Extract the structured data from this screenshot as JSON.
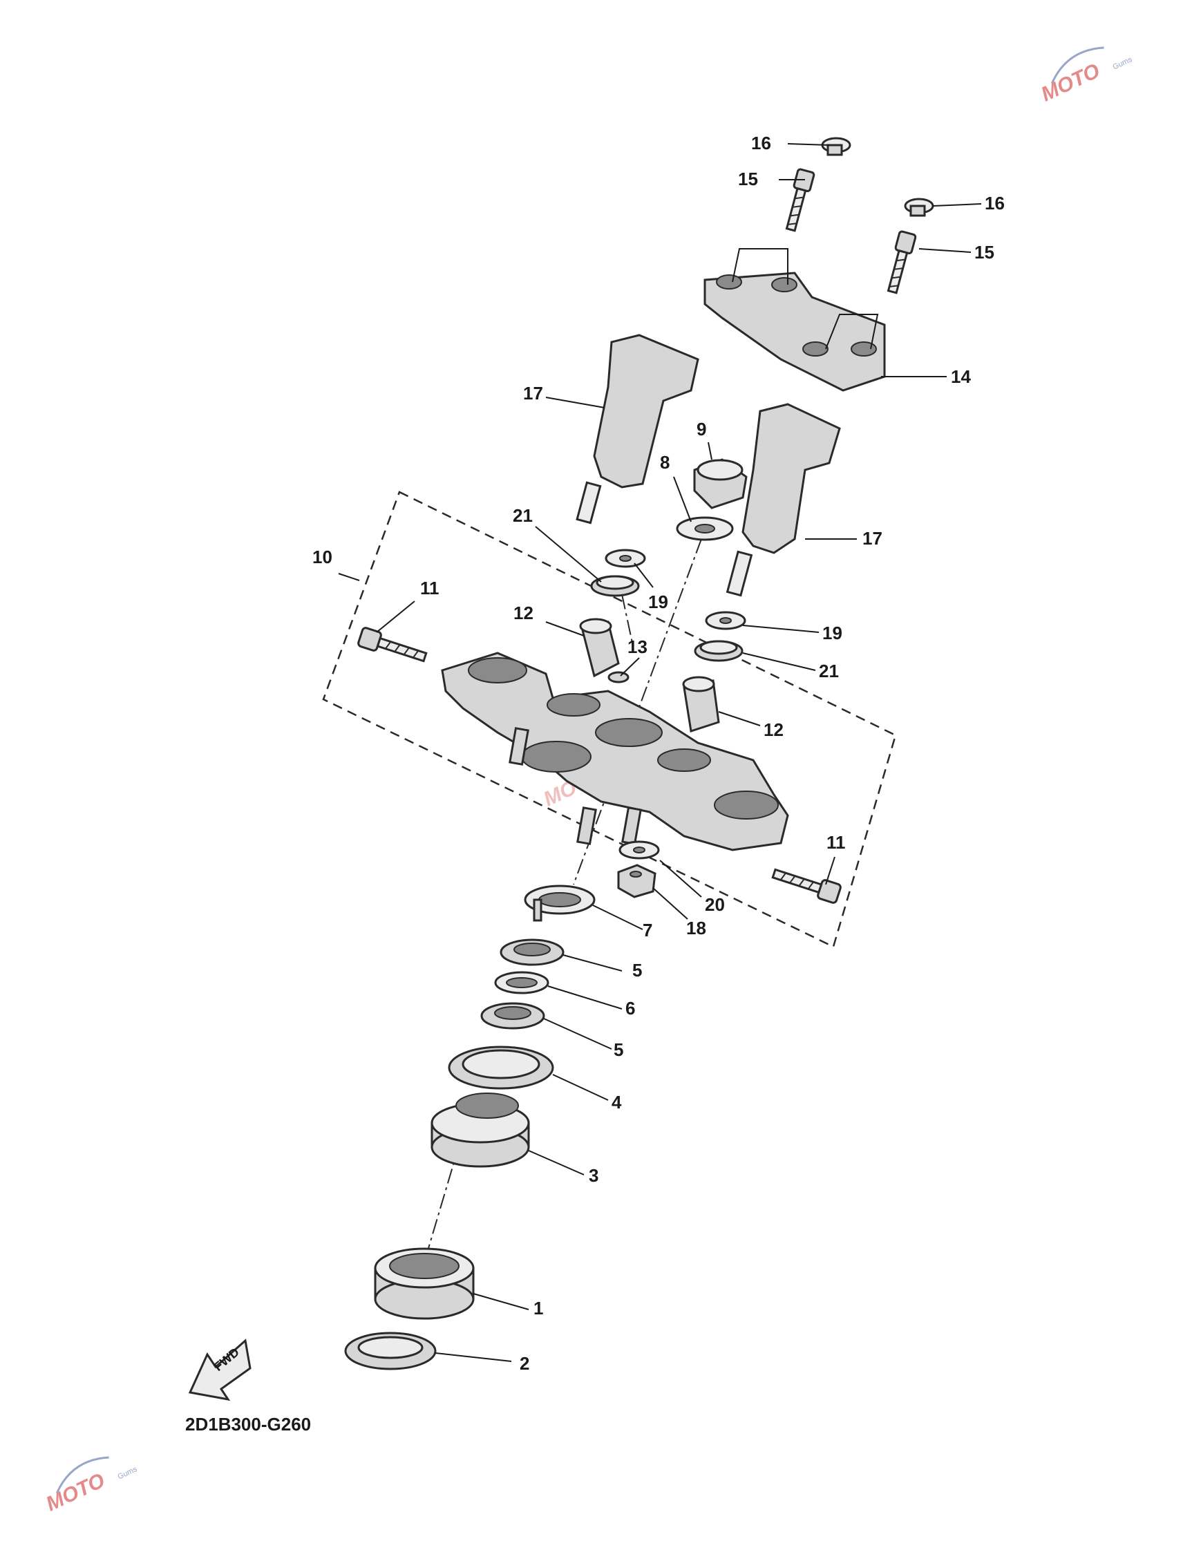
{
  "diagram_code": "2D1B300-G260",
  "fwd_label": "FWD",
  "watermark": {
    "brand": "MOTO",
    "tagline": "Gums",
    "color": "#e48a8a"
  },
  "callouts": [
    "1",
    "2",
    "3",
    "4",
    "5",
    "5",
    "6",
    "7",
    "8",
    "9",
    "10",
    "11",
    "11",
    "12",
    "12",
    "13",
    "14",
    "15",
    "15",
    "16",
    "16",
    "17",
    "17",
    "18",
    "19",
    "19",
    "20",
    "21",
    "21"
  ]
}
